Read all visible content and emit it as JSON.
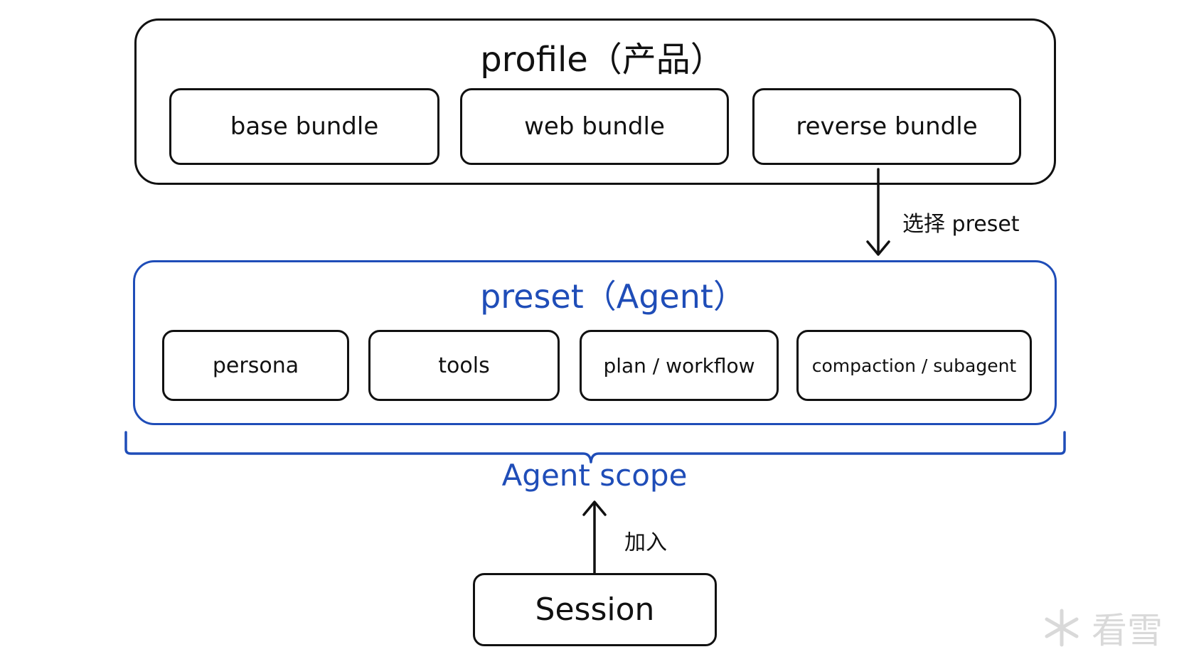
{
  "profile": {
    "title": "profile（产品）",
    "bundles": [
      "base bundle",
      "web bundle",
      "reverse bundle"
    ]
  },
  "select_label": "选择 preset",
  "preset": {
    "title": "preset（Agent）",
    "items": [
      "persona",
      "tools",
      "plan / workflow",
      "compaction / subagent"
    ]
  },
  "scope_label": "Agent scope",
  "join_label": "加入",
  "session_label": "Session",
  "watermark": "看雪",
  "colors": {
    "ink": "#111111",
    "accent": "#1f4db8",
    "watermark": "#d9d9d9"
  }
}
